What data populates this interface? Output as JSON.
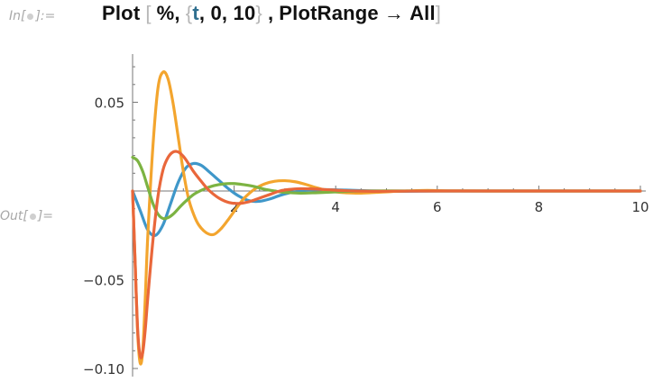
{
  "input_cell": {
    "prompt_prefix": "In[",
    "prompt_suffix": "]:=",
    "tokens": {
      "func": "Plot",
      "open_bracket": "[",
      "percent": "%,",
      "open_brace": "{",
      "var": "t",
      "range": ", 0, 10",
      "close_brace": "}",
      "comma": ",",
      "option": "PlotRange",
      "arrow": "→",
      "value": "All",
      "close_bracket": "]"
    }
  },
  "output_cell": {
    "prompt_prefix": "Out[",
    "prompt_suffix": "]="
  },
  "colors": {
    "blue": "#3f97c9",
    "orange": "#f3a52e",
    "green": "#7cb342",
    "red": "#e9673b"
  },
  "chart_data": {
    "type": "line",
    "title": "",
    "xlabel": "",
    "ylabel": "",
    "xlim": [
      0,
      10
    ],
    "ylim": [
      -0.1,
      0.07
    ],
    "x_ticks": [
      {
        "value": 2,
        "label": "2"
      },
      {
        "value": 4,
        "label": "4"
      },
      {
        "value": 6,
        "label": "6"
      },
      {
        "value": 8,
        "label": "8"
      },
      {
        "value": 10,
        "label": "10"
      }
    ],
    "y_ticks": [
      {
        "value": 0.05,
        "label": "0.05"
      },
      {
        "value": -0.05,
        "label": "−0.05"
      },
      {
        "value": -0.1,
        "label": "−0.10"
      }
    ],
    "series": [
      {
        "color": "blue",
        "x": [
          0,
          0.15,
          0.3,
          0.45,
          0.6,
          0.75,
          0.9,
          1.05,
          1.2,
          1.35,
          1.5,
          1.7,
          1.9,
          2.1,
          2.3,
          2.5,
          2.7,
          2.9,
          3.1,
          3.3,
          3.5,
          3.8,
          4.1,
          4.4,
          4.8,
          5.2,
          6,
          7,
          8,
          10
        ],
        "y": [
          0,
          -0.011,
          -0.022,
          -0.025,
          -0.019,
          -0.007,
          0.005,
          0.013,
          0.0155,
          0.0145,
          0.011,
          0.006,
          0.001,
          -0.003,
          -0.0055,
          -0.0058,
          -0.0045,
          -0.0025,
          -0.001,
          0,
          0.0005,
          0.0008,
          0.0006,
          0.0003,
          0,
          -0.0002,
          0,
          0,
          0,
          0
        ]
      },
      {
        "color": "orange",
        "x": [
          0,
          0.05,
          0.1,
          0.15,
          0.2,
          0.25,
          0.3,
          0.4,
          0.5,
          0.6,
          0.7,
          0.8,
          0.9,
          1.0,
          1.1,
          1.2,
          1.3,
          1.45,
          1.6,
          1.75,
          1.9,
          2.05,
          2.2,
          2.4,
          2.6,
          2.8,
          3.0,
          3.2,
          3.4,
          3.6,
          3.8,
          4.0,
          4.2,
          4.5,
          4.8,
          5.1,
          5.4,
          5.8,
          6.2,
          7,
          8,
          10
        ],
        "y": [
          0,
          -0.04,
          -0.08,
          -0.097,
          -0.09,
          -0.06,
          -0.025,
          0.025,
          0.058,
          0.067,
          0.063,
          0.049,
          0.03,
          0.011,
          -0.004,
          -0.013,
          -0.019,
          -0.0235,
          -0.0245,
          -0.021,
          -0.0155,
          -0.0095,
          -0.004,
          0.001,
          0.004,
          0.0055,
          0.0058,
          0.0052,
          0.0038,
          0.002,
          0.0005,
          -0.0005,
          -0.001,
          -0.0012,
          -0.0008,
          -0.0003,
          0,
          0.0003,
          0.0001,
          0,
          0,
          0
        ]
      },
      {
        "color": "green",
        "x": [
          0,
          0.1,
          0.2,
          0.3,
          0.4,
          0.5,
          0.6,
          0.7,
          0.8,
          0.9,
          1.0,
          1.2,
          1.4,
          1.6,
          1.8,
          2.0,
          2.2,
          2.4,
          2.6,
          2.8,
          3.0,
          3.3,
          3.6,
          4.0,
          4.5,
          5,
          6,
          7,
          8,
          10
        ],
        "y": [
          0.019,
          0.017,
          0.011,
          0.002,
          -0.007,
          -0.013,
          -0.0155,
          -0.015,
          -0.013,
          -0.01,
          -0.007,
          -0.002,
          0.001,
          0.003,
          0.004,
          0.0042,
          0.0035,
          0.0025,
          0.001,
          0,
          -0.0008,
          -0.0012,
          -0.001,
          -0.0005,
          0,
          0.0001,
          0,
          0,
          0,
          0
        ]
      },
      {
        "color": "red",
        "x": [
          0,
          0.05,
          0.1,
          0.15,
          0.2,
          0.25,
          0.3,
          0.4,
          0.5,
          0.6,
          0.7,
          0.8,
          0.9,
          1.0,
          1.1,
          1.2,
          1.35,
          1.5,
          1.7,
          1.9,
          2.1,
          2.3,
          2.5,
          2.7,
          2.9,
          3.1,
          3.3,
          3.5,
          3.8,
          4.1,
          4.4,
          4.8,
          5.2,
          6,
          7,
          8,
          10
        ],
        "y": [
          0,
          -0.04,
          -0.078,
          -0.093,
          -0.091,
          -0.078,
          -0.06,
          -0.028,
          -0.003,
          0.012,
          0.019,
          0.022,
          0.022,
          0.0195,
          0.0155,
          0.011,
          0.0055,
          0.0005,
          -0.004,
          -0.0065,
          -0.007,
          -0.006,
          -0.004,
          -0.002,
          0,
          0.0009,
          0.0013,
          0.0012,
          0.0008,
          0.0003,
          0,
          -0.0002,
          -0.0001,
          0,
          0,
          0,
          0
        ]
      }
    ]
  }
}
